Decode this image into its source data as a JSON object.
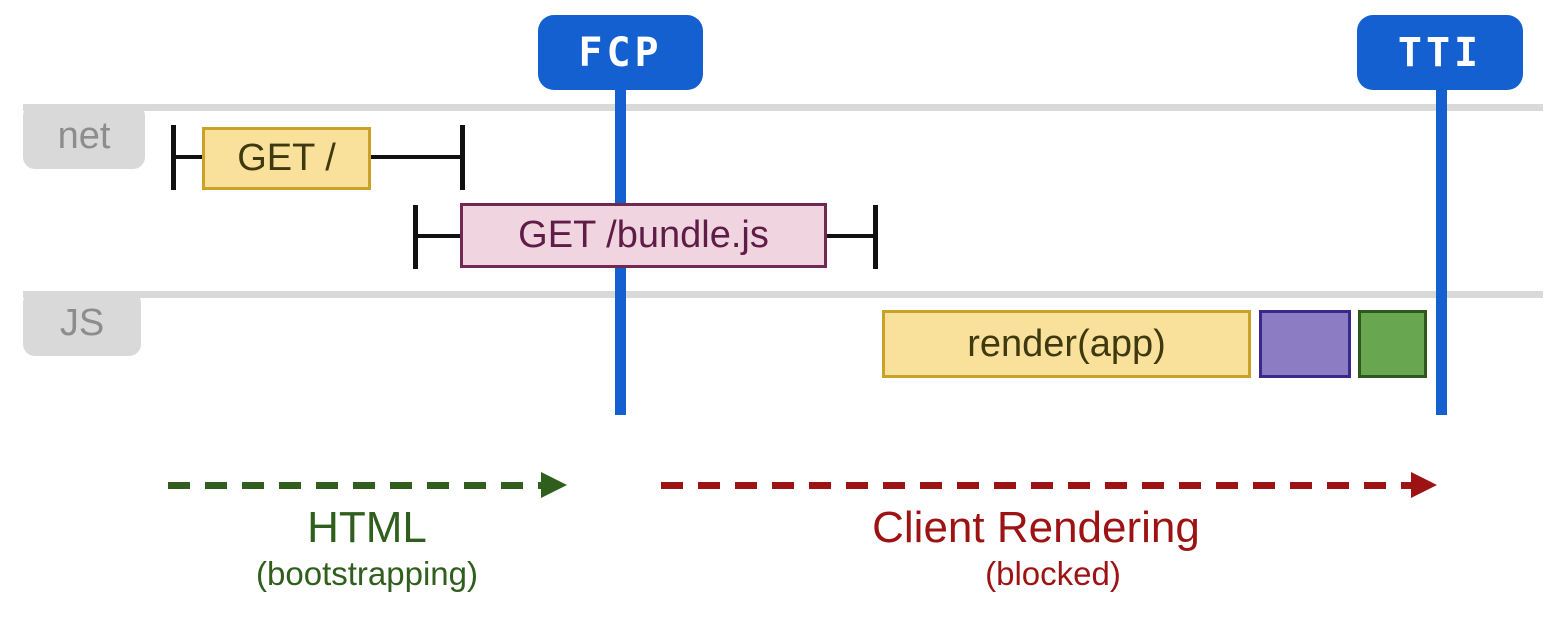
{
  "badges": {
    "fcp": "FCP",
    "tti": "TTI"
  },
  "lanes": {
    "net": "net",
    "js": "JS"
  },
  "boxes": {
    "get_root": "GET /",
    "get_bundle": "GET /bundle.js",
    "render_app": "render(app)"
  },
  "phases": {
    "html": {
      "label": "HTML",
      "sub": "(bootstrapping)"
    },
    "client": {
      "label": "Client Rendering",
      "sub": "(blocked)"
    }
  },
  "colors": {
    "blue": "#1560d0",
    "laneGray": "#d9d9d9",
    "tagText": "#8d8d8d",
    "yellowFill": "#fae19b",
    "yellowBorder": "#c9a227",
    "yellowText": "#3e390f",
    "pinkFill": "#f0d5e1",
    "pinkBorder": "#702a52",
    "pinkText": "#5e1c46",
    "purpleFill": "#8b7cc3",
    "purpleBorder": "#38298a",
    "greenFill": "#68a64f",
    "greenBorder": "#2d591c",
    "arrowGreen": "#2f5e1d",
    "arrowRed": "#9d1313",
    "whisker": "#111111"
  }
}
